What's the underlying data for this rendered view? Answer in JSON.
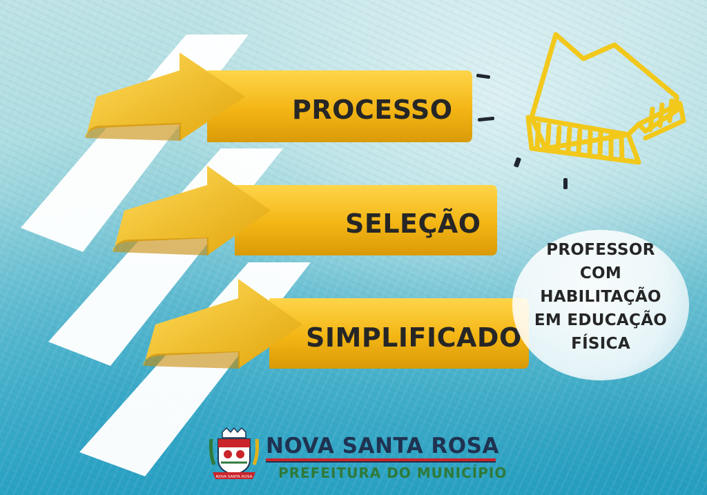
{
  "headline": {
    "word1": "PROCESSO",
    "word2": "SELEÇÃO",
    "word3": "SIMPLIFICADO"
  },
  "callout": {
    "lines": [
      "PROFESSOR",
      "COM",
      "HABILITAÇÃO",
      "EM EDUCAÇÃO",
      "FÍSICA"
    ]
  },
  "footer": {
    "org_name": "NOVA SANTA ROSA",
    "org_sub": "PREFEITURA DO MUNICÍPIO",
    "crest_text": "NOVA SANTA ROSA"
  },
  "colors": {
    "ribbon_yellow": "#f3b514",
    "ribbon_light": "#ffd54a",
    "text_dark": "#262626",
    "brand_navy": "#1f3250",
    "brand_red": "#c9242a",
    "brand_green": "#2f7a3a",
    "doodle_yellow": "#f2c81b"
  },
  "icons": [
    "arrow-ribbon-icon",
    "city-crest-icon",
    "broken-box-doodle-icon"
  ]
}
